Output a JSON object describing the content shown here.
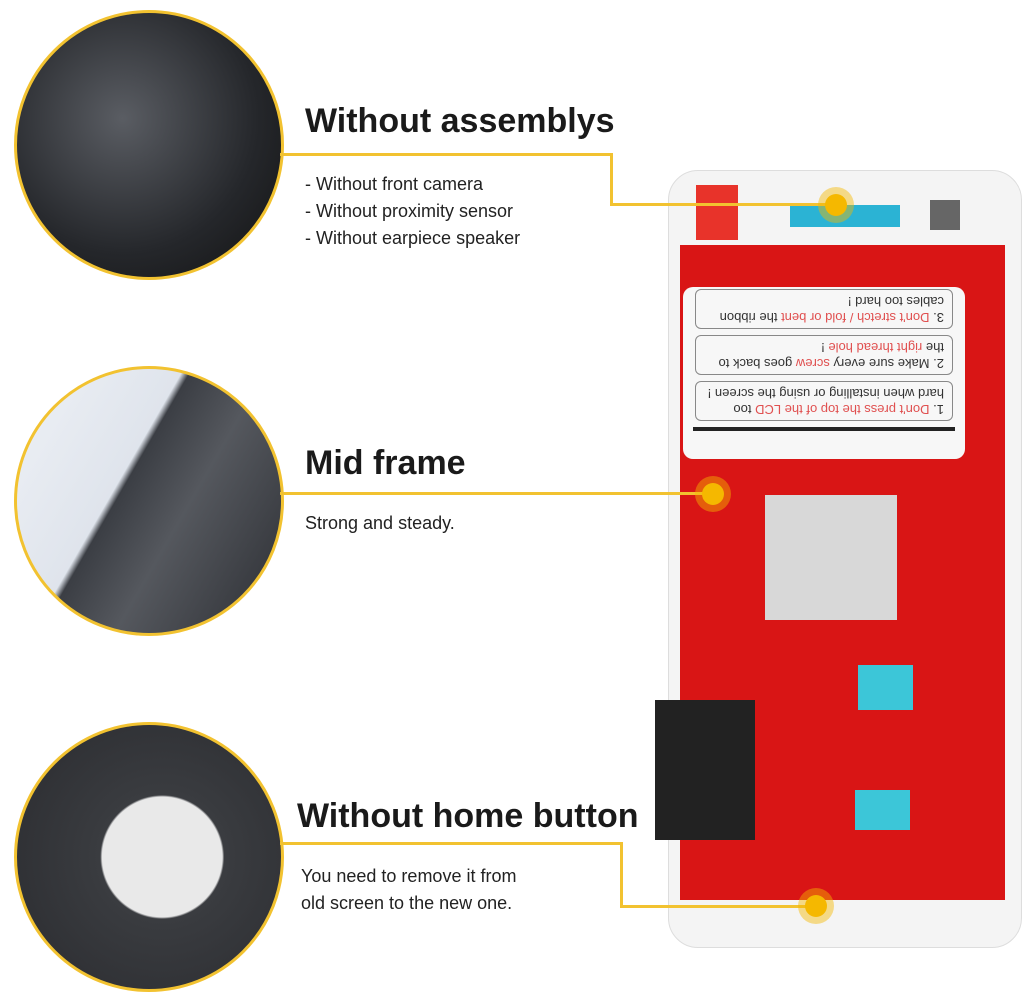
{
  "sections": [
    {
      "title": "Without assemblys",
      "lines": [
        "- Without front camera",
        "- Without proximity sensor",
        "- Without earpiece speaker"
      ]
    },
    {
      "title": "Mid frame",
      "lines": [
        "Strong and steady."
      ]
    },
    {
      "title": "Without home button",
      "lines": [
        "You need to remove it from",
        "old screen to the new one."
      ]
    }
  ],
  "sticker": {
    "items": [
      {
        "num": "1.",
        "warn": "Don't  press the top of the LCD",
        "rest": "too hard when installing or using the screen !"
      },
      {
        "num": "2.",
        "pre": "Make sure every",
        "warn": "screw",
        "rest": "goes back to the",
        "warn2": "right thread hole",
        "end": "!"
      },
      {
        "num": "3.",
        "warn": "Don't stretch / fold or bent",
        "rest": "the ribbon cables too hard !"
      }
    ]
  },
  "colors": {
    "accent": "#f2c230",
    "panel": "#d91515"
  }
}
